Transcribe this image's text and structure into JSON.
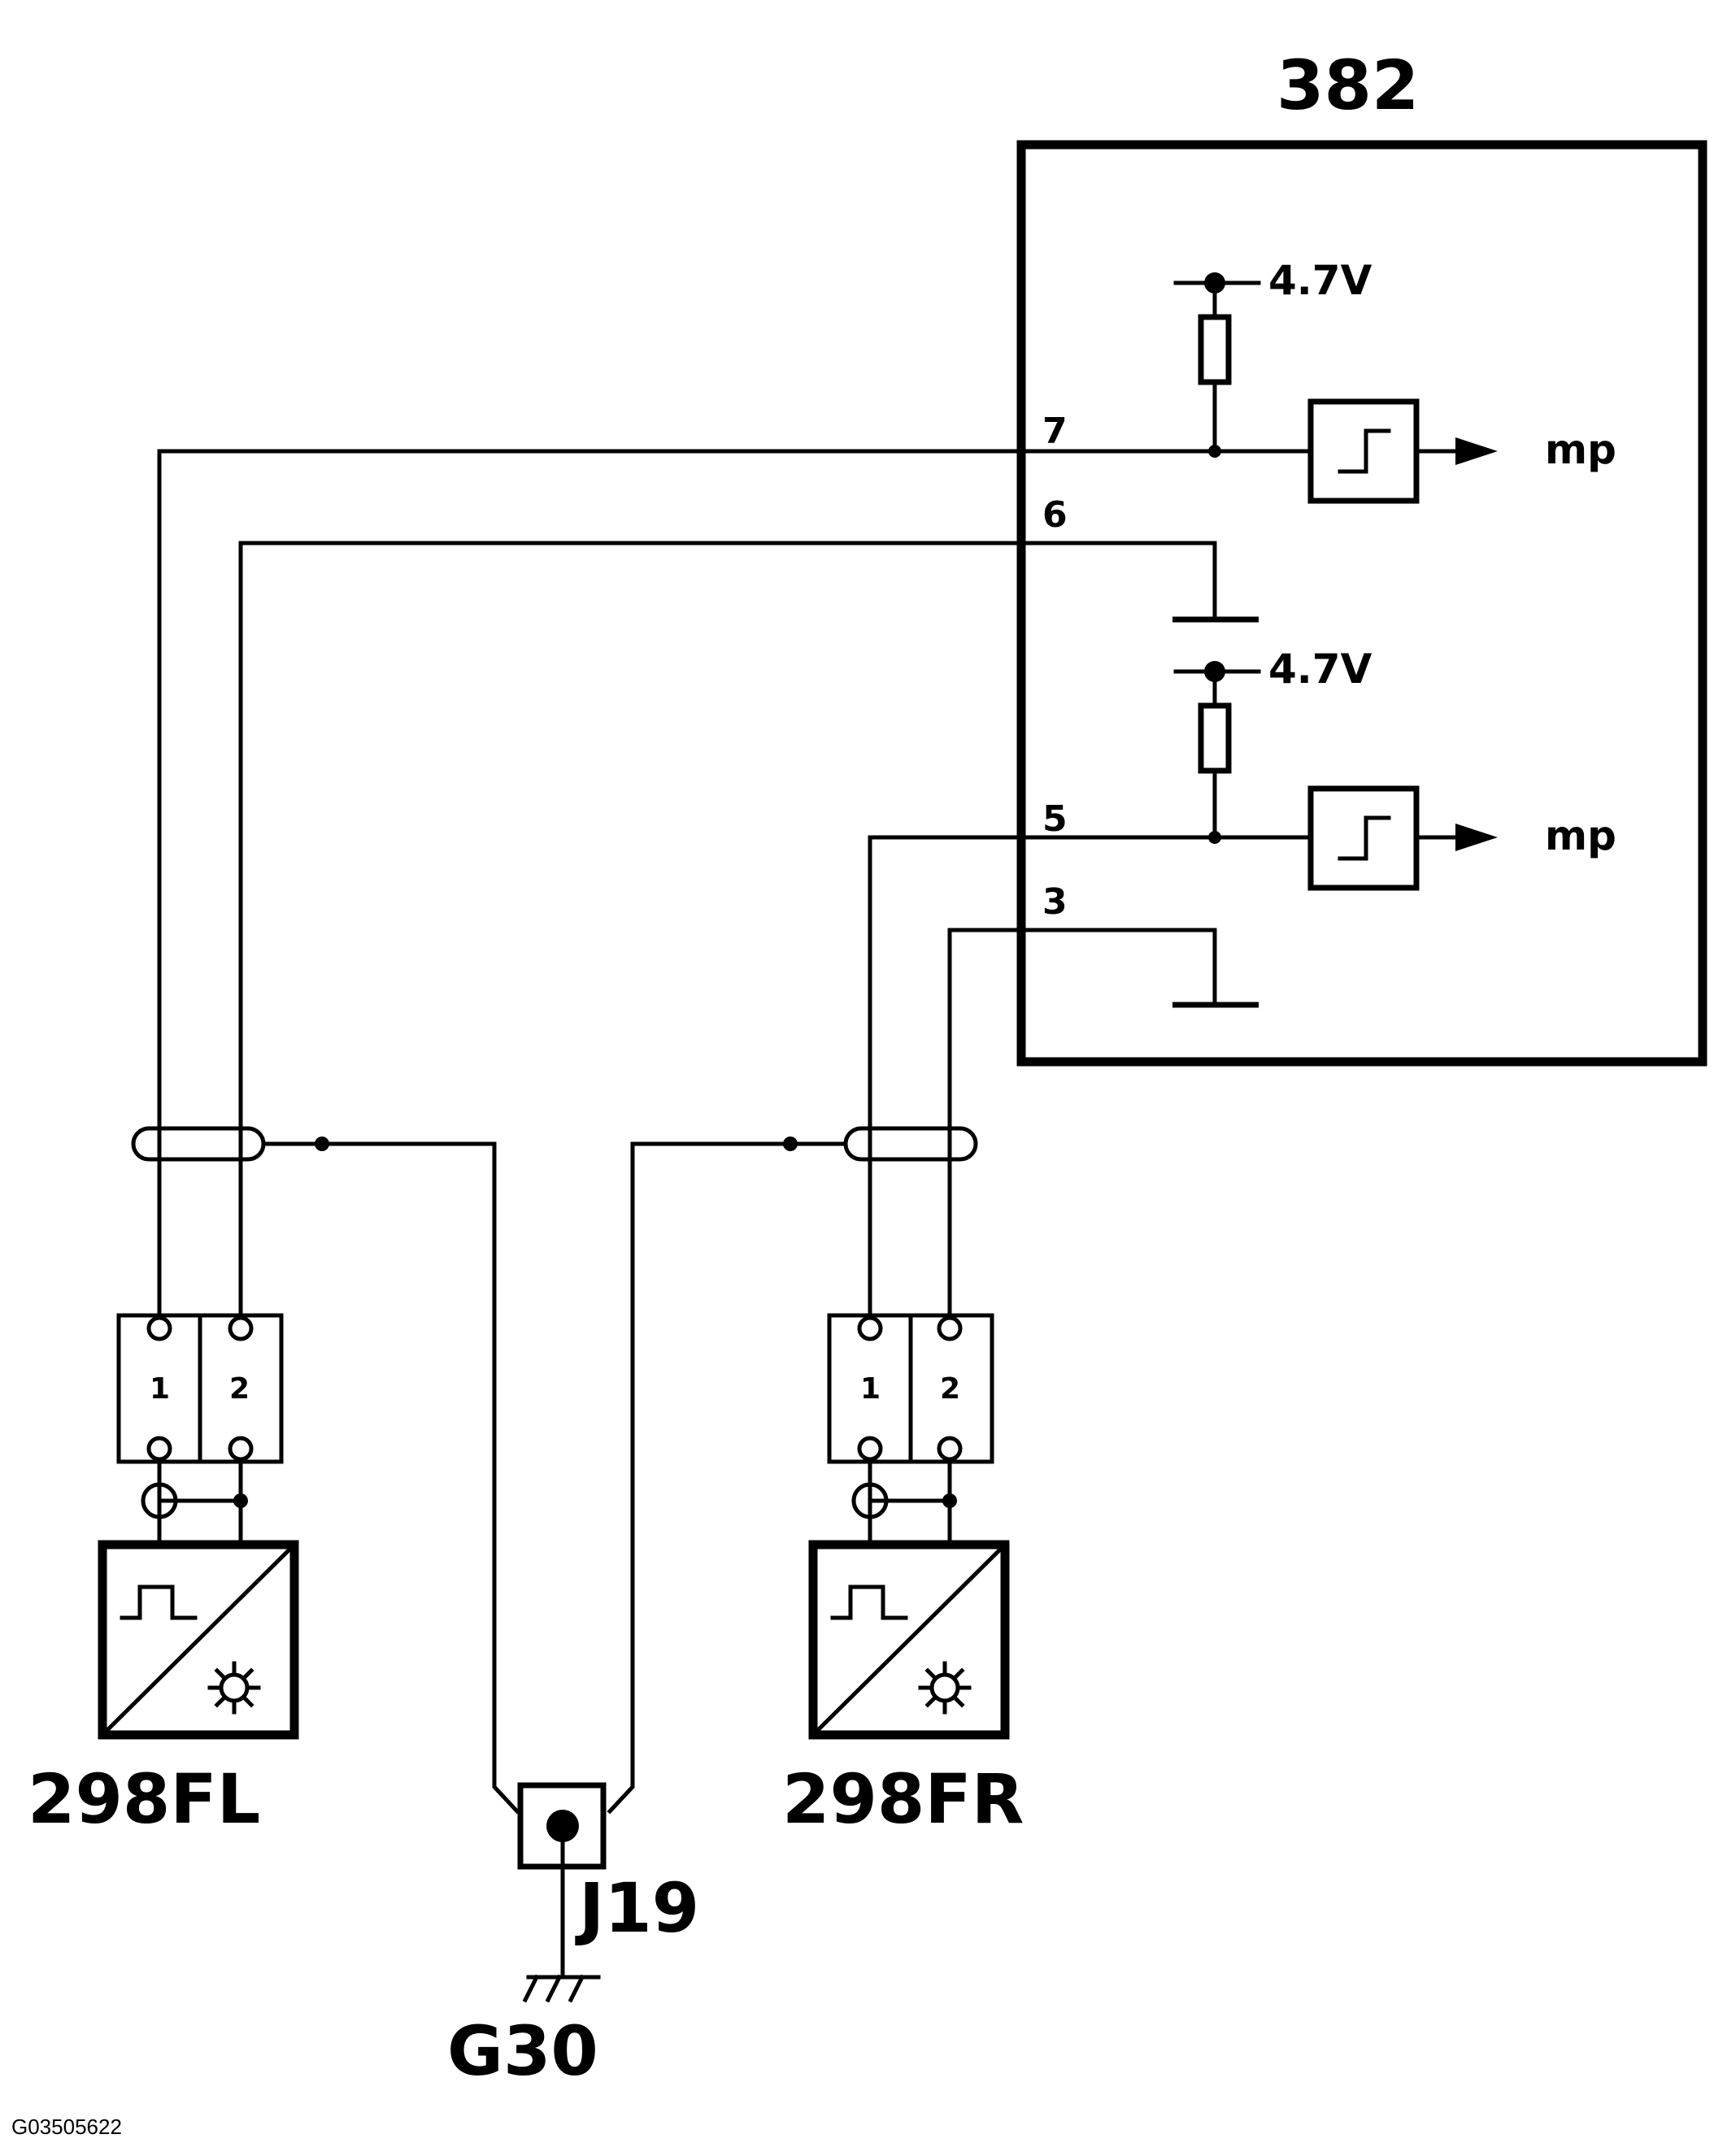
{
  "components": {
    "ecu_label": "382",
    "sensor_left_label": "298FL",
    "sensor_right_label": "298FR",
    "junction_label": "J19",
    "ground_label": "G30"
  },
  "pins": {
    "p7": "7",
    "p6": "6",
    "p5": "5",
    "p3": "3"
  },
  "supply": {
    "upper": "4.7V",
    "lower": "4.7V"
  },
  "outputs": {
    "upper": "mp",
    "lower": "mp"
  },
  "connector_terminals": {
    "left_1": "1",
    "left_2": "2",
    "right_1": "1",
    "right_2": "2"
  },
  "figure_id": "G03505622"
}
